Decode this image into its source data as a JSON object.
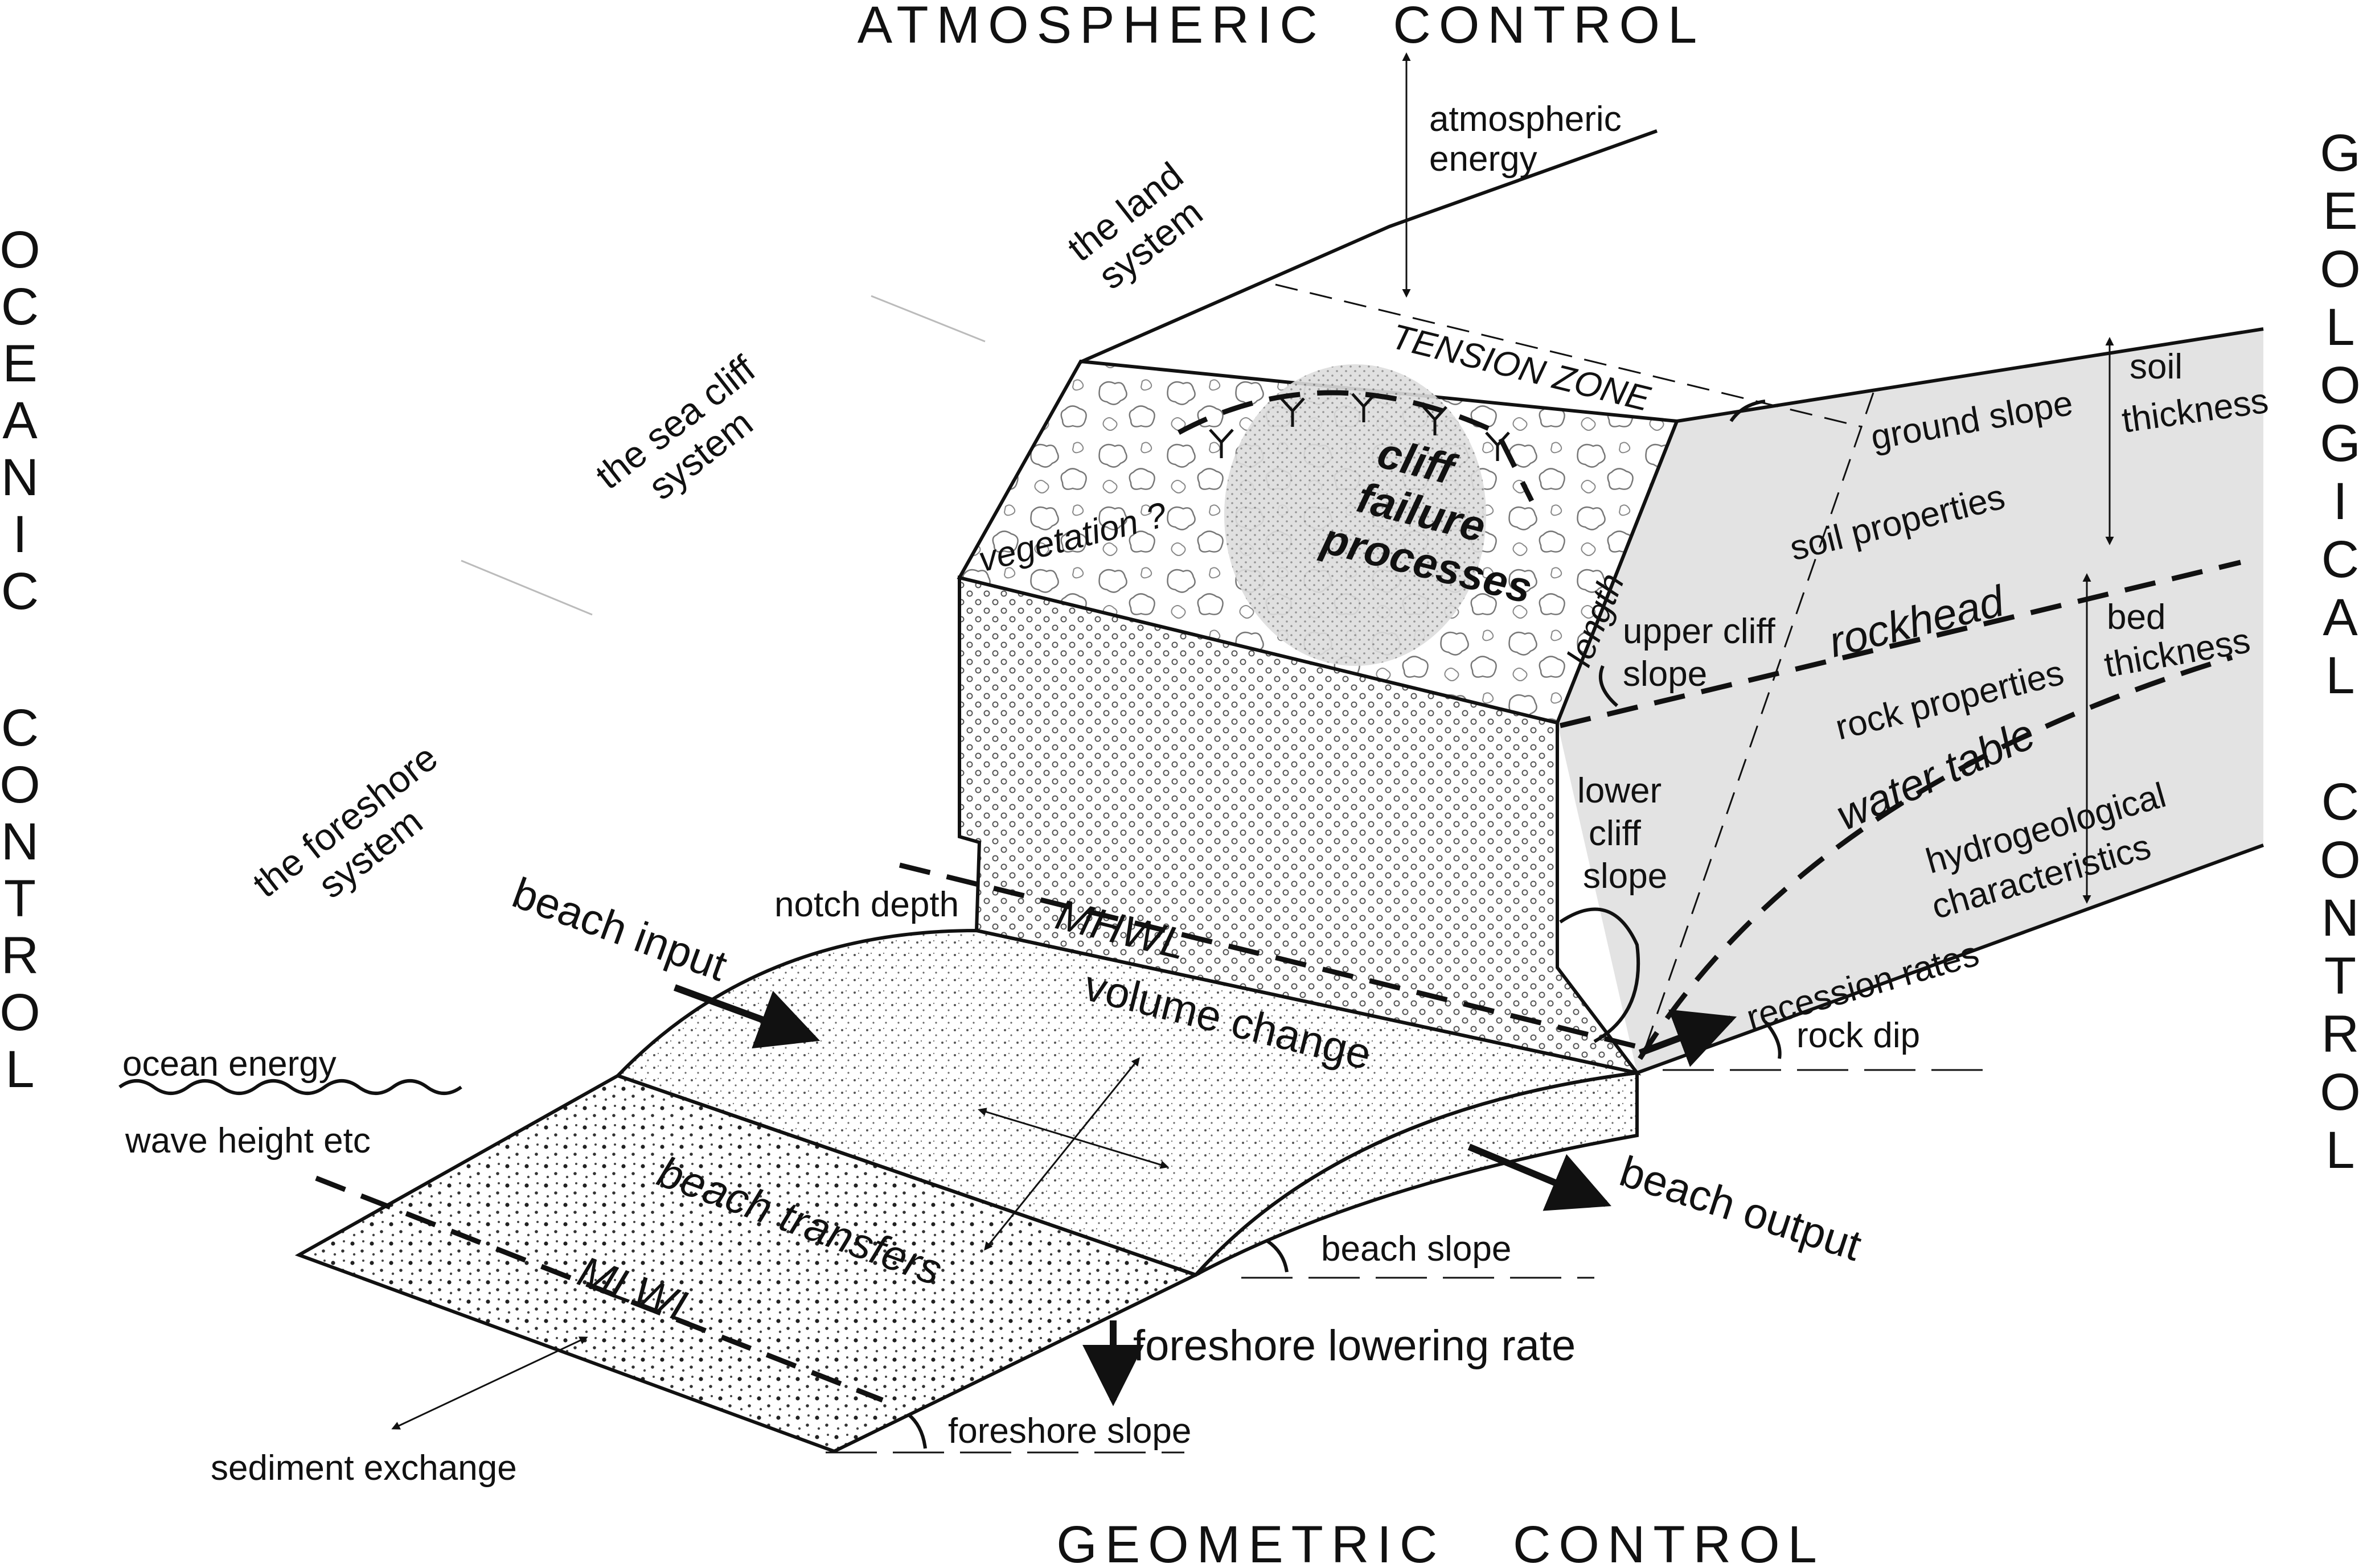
{
  "controls": {
    "atmospheric": "ATMOSPHERIC   CONTROL",
    "geometric": "GEOMETRIC   CONTROL",
    "oceanic": "OCEANIC CONTROL",
    "geological": "GEOLOGICAL CONTROL"
  },
  "systems": {
    "land": [
      "the land",
      "system"
    ],
    "sea_cliff": [
      "the sea cliff",
      "system"
    ],
    "foreshore": [
      "the foreshore",
      "system"
    ]
  },
  "labels": {
    "atmospheric_energy": [
      "atmospheric",
      "energy"
    ],
    "tension_zone": "TENSION ZONE",
    "cliff_failure": [
      "cliff",
      "failure",
      "processes"
    ],
    "vegetation": "vegetation ?",
    "length": "length",
    "ground_slope": "ground slope",
    "soil_thickness": [
      "soil",
      "thickness"
    ],
    "soil_properties": "soil properties",
    "rockhead": "rockhead",
    "upper_cliff_slope": [
      "upper cliff",
      "slope"
    ],
    "bed_thickness": [
      "bed",
      "thickness"
    ],
    "rock_properties": "rock properties",
    "water_table": "water table",
    "lower_cliff_slope": [
      "lower",
      "cliff",
      "slope"
    ],
    "hydrogeological": [
      "hydrogeological",
      "characteristics"
    ],
    "notch_depth": "notch depth",
    "mhwl": "MHWL",
    "beach_input": "beach input",
    "volume_change": "volume change",
    "recession_rates": "recession rates",
    "rock_dip": "rock dip",
    "ocean_energy": "ocean energy",
    "wave_height": "wave height etc",
    "beach_transfers": "beach transfers",
    "beach_output": "beach output",
    "beach_slope": "beach slope",
    "mlwl": "MLWL",
    "foreshore_lowering": "foreshore lowering rate",
    "foreshore_slope": "foreshore slope",
    "sediment_exchange": "sediment exchange"
  },
  "colors": {
    "ink": "#111111",
    "side_face": "#e3e3e3",
    "beach": "#f1f1f1",
    "failure_zone": "#d8d8d8"
  },
  "icons": [
    "arrow-icon",
    "ocean-wave-icon",
    "tension-crack-icon"
  ]
}
